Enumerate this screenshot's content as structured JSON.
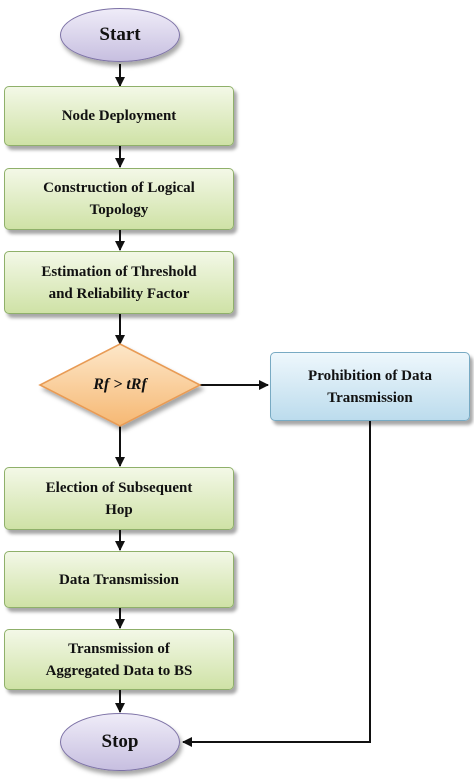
{
  "nodes": {
    "start": "Start",
    "node_deployment": "Node Deployment",
    "logical_topology": "Construction of Logical\nTopology",
    "threshold": "Estimation of Threshold\nand Reliability Factor",
    "condition": "Rf > tRf",
    "prohibition": "Prohibition of Data\nTransmission",
    "election": "Election of Subsequent\nHop",
    "data_transmission": "Data Transmission",
    "aggregated": "Transmission of\nAggregated Data to BS",
    "stop": "Stop"
  },
  "colors": {
    "process_fill": "#cfe2a6",
    "process_border": "#8fb06a",
    "terminal_fill": "#c7bfe0",
    "terminal_border": "#7d72a6",
    "decision_fill": "#f6b873",
    "decision_border": "#e89b55",
    "side_fill": "#bcdced",
    "side_border": "#78aac3",
    "arrow": "#111111"
  }
}
